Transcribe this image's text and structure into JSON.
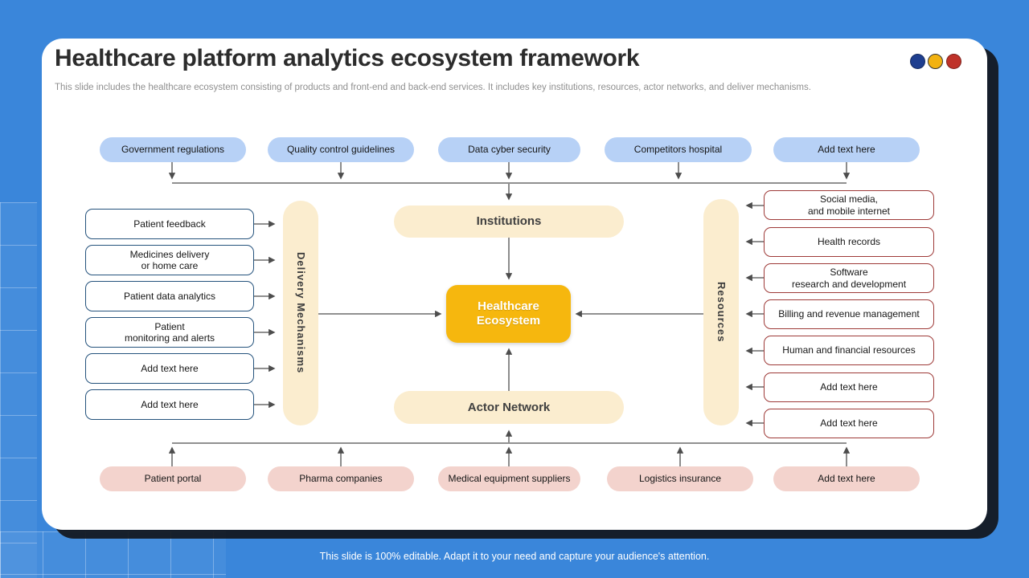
{
  "colors": {
    "background": "#3A86DA",
    "card": "#FFFFFF",
    "card_shadow": "#15191F",
    "top_pill": "#B7D1F6",
    "left_box_border": "#24527C",
    "cream_shape": "#FBEDCF",
    "gold_shape": "#F6B70E",
    "right_box_border": "#9E3A38",
    "pink_pill": "#F3D3CD",
    "connector": "#4D4D4D",
    "dot_navy": "#1E3E8F",
    "dot_yellow": "#F2B211",
    "dot_red": "#BF3229"
  },
  "slide": {
    "title": "Healthcare platform analytics ecosystem framework",
    "subtitle": "This slide includes the healthcare ecosystem consisting of products and front-end and back-end services. It includes key institutions, resources, actor networks, and deliver mechanisms.",
    "footer": "This slide is 100% editable. Adapt it to your need and capture your audience's attention."
  },
  "diagram": {
    "top_row": [
      "Government regulations",
      "Quality control guidelines",
      "Data cyber security",
      "Competitors hospital",
      "Add text here"
    ],
    "left_column": [
      "Patient feedback",
      "Medicines delivery\nor home care",
      "Patient data analytics",
      "Patient\nmonitoring and alerts",
      "Add text here",
      "Add text here"
    ],
    "right_column": [
      "Social media,\nand mobile internet",
      "Health records",
      "Software\nresearch and development",
      "Billing and revenue management",
      "Human and financial resources",
      "Add text here",
      "Add text here"
    ],
    "bottom_row": [
      "Patient portal",
      "Pharma companies",
      "Medical equipment suppliers",
      "Logistics insurance",
      "Add text here"
    ],
    "center": {
      "institutions": "Institutions",
      "ecosystem": "Healthcare\nEcosystem",
      "actor_network": "Actor Network"
    },
    "side_labels": {
      "delivery": "Delivery Mechanisms",
      "resources": "Resources"
    }
  }
}
